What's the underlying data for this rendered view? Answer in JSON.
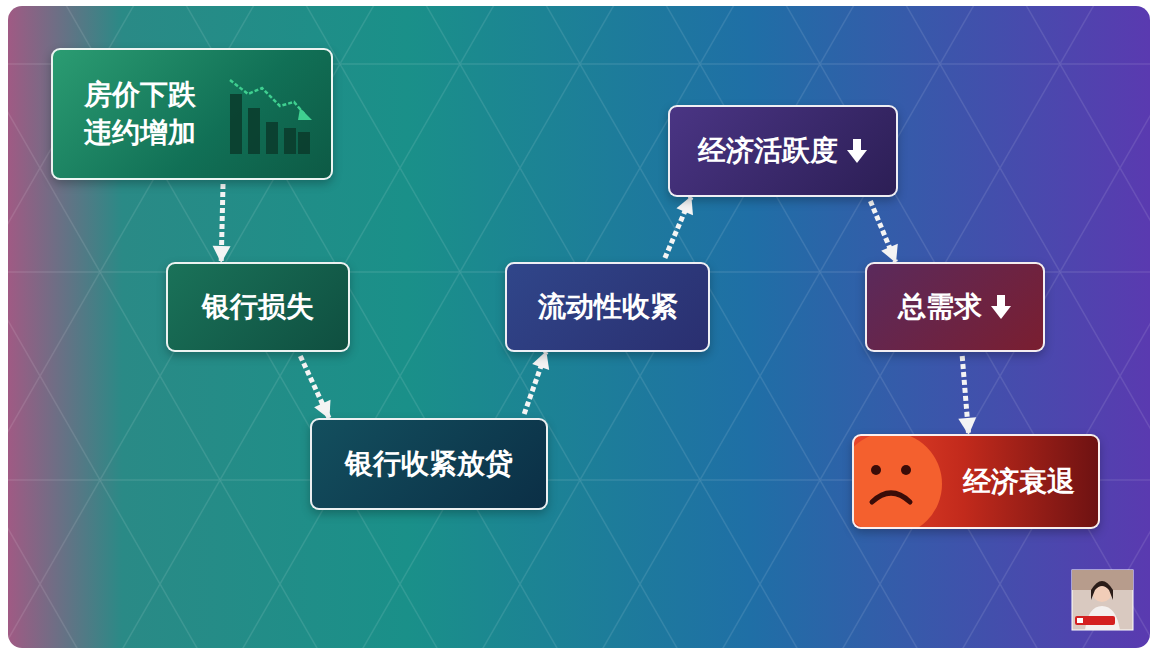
{
  "diagram": {
    "nodes": [
      {
        "text": [
          "房价下跌 违约增加"
        ]
      },
      {
        "text": [
          "银行损失"
        ]
      },
      {
        "text": [
          "银行收紧放贷"
        ]
      },
      {
        "text": [
          "流动性收紧"
        ]
      },
      {
        "text": [
          "经济活跃度"
        ]
      },
      {
        "text": [
          "总需求"
        ]
      },
      {
        "text": [
          "经济衰退"
        ]
      }
    ],
    "edges": [
      {
        "from": 0,
        "to": 1,
        "arrow": "to"
      },
      {
        "from": 1,
        "to": 2,
        "arrow": "to"
      },
      {
        "from": 2,
        "to": 3,
        "arrow": "to"
      },
      {
        "from": 3,
        "to": 4,
        "arrow": "to"
      },
      {
        "from": 4,
        "to": 5,
        "arrow": "to"
      },
      {
        "from": 5,
        "to": 6,
        "arrow": "to"
      }
    ]
  }
}
